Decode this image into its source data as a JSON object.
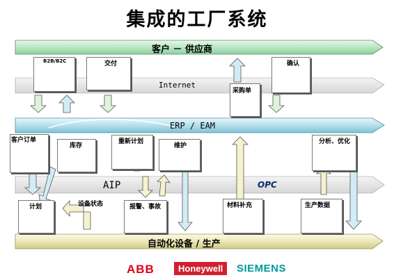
{
  "title": "集成的工厂系统",
  "bands": {
    "customer_supplier": "客户 － 供应商",
    "internet": "Internet",
    "erp_eam": "ERP / EAM",
    "aip": "AIP",
    "automation": "自动化设备 / 生产"
  },
  "boxes": {
    "b2b": "B2B/B2C",
    "delivery": "交付",
    "confirm": "确认",
    "purchase": "采购单",
    "customer_order": "客户订单",
    "inventory": "库存",
    "replan": "重新计划",
    "maintenance": "维护",
    "analysis": "分析、优化",
    "plan": "计划",
    "report": "报警、事故",
    "material": "材料补充",
    "production_data": "生产数据"
  },
  "labels": {
    "equipment_status": "设备状态",
    "opc": "OPC"
  },
  "logos": {
    "abb": "ABB",
    "honeywell": "Honeywell",
    "siemens": "SIEMENS"
  },
  "colors": {
    "band_green": "#c9ecd0",
    "band_blue": "#bfe3ee",
    "band_yellow": "#f0ecc4",
    "arrow_green": "#dff3dd",
    "arrow_yellow": "#f4f2cf",
    "arrow_blue": "#d2ecf5",
    "abb_red": "#e2001a",
    "honeywell_red": "#d2202f",
    "siemens_teal": "#009999"
  }
}
